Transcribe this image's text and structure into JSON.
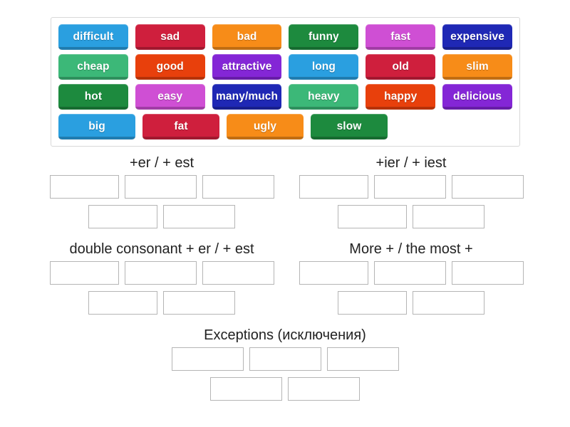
{
  "word_bank": {
    "rows": [
      [
        {
          "label": "difficult",
          "color": "#2a9fe0"
        },
        {
          "label": "sad",
          "color": "#cf1f3d"
        },
        {
          "label": "bad",
          "color": "#f78c18"
        },
        {
          "label": "funny",
          "color": "#1d8a3e"
        },
        {
          "label": "fast",
          "color": "#cf4fd4"
        },
        {
          "label": "expensive",
          "color": "#1f28b5"
        }
      ],
      [
        {
          "label": "cheap",
          "color": "#3cb878"
        },
        {
          "label": "good",
          "color": "#e8400c"
        },
        {
          "label": "attractive",
          "color": "#8426d6"
        },
        {
          "label": "long",
          "color": "#2a9fe0"
        },
        {
          "label": "old",
          "color": "#cf1f3d"
        },
        {
          "label": "slim",
          "color": "#f78c18"
        }
      ],
      [
        {
          "label": "hot",
          "color": "#1d8a3e"
        },
        {
          "label": "easy",
          "color": "#cf4fd4"
        },
        {
          "label": "many/much",
          "color": "#1f28b5"
        },
        {
          "label": "heavy",
          "color": "#3cb878"
        },
        {
          "label": "happy",
          "color": "#e8400c"
        },
        {
          "label": "delicious",
          "color": "#8426d6"
        }
      ],
      [
        {
          "label": "big",
          "color": "#2a9fe0"
        },
        {
          "label": "fat",
          "color": "#cf1f3d"
        },
        {
          "label": "ugly",
          "color": "#f78c18"
        },
        {
          "label": "slow",
          "color": "#1d8a3e"
        }
      ]
    ]
  },
  "categories": [
    {
      "id": "er-est",
      "title": "+er / + est",
      "slots": 5
    },
    {
      "id": "ier-iest",
      "title": "+ier / + iest",
      "slots": 5
    },
    {
      "id": "double-consonant",
      "title": "double consonant + er / + est",
      "slots": 5
    },
    {
      "id": "more-most",
      "title": "More + / the most +",
      "slots": 5
    },
    {
      "id": "exceptions",
      "title": "Exceptions (исключения)",
      "slots": 5
    }
  ],
  "colors": {
    "page_background": "#ffffff",
    "bank_border": "#d8d8d8",
    "slot_border": "#b5b5b5",
    "heading_text": "#222222",
    "tile_text": "#ffffff"
  }
}
